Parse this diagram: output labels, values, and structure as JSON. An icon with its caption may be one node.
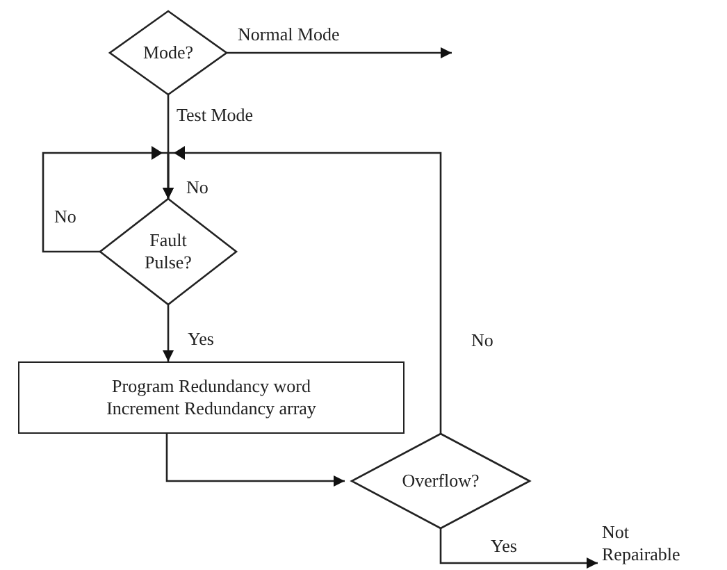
{
  "diagram": {
    "nodes": [
      {
        "text": [
          "Mode?"
        ]
      },
      {
        "text": [
          "Fault Pulse?"
        ]
      },
      {
        "text": [
          "Program Redundancy word",
          "Increment Redundancy array"
        ]
      },
      {
        "text": [
          "Overflow?"
        ]
      },
      {
        "text": [
          "Not Repairable"
        ]
      }
    ],
    "edges": [
      {
        "from": 0,
        "to": null,
        "arrow": "to",
        "label": "Normal Mode"
      },
      {
        "from": 0,
        "to": 1,
        "arrow": "to",
        "label": "Test Mode"
      },
      {
        "from": 1,
        "to": 1,
        "arrow": "to",
        "label": "No"
      },
      {
        "from": 3,
        "to": 1,
        "arrow": "to",
        "label": "No"
      },
      {
        "from": 1,
        "to": 2,
        "arrow": "to",
        "label": "Yes"
      },
      {
        "from": 2,
        "to": 3,
        "arrow": "to"
      },
      {
        "from": 3,
        "to": 4,
        "arrow": "to",
        "label": "Yes"
      }
    ],
    "labels": [
      "No"
    ]
  }
}
